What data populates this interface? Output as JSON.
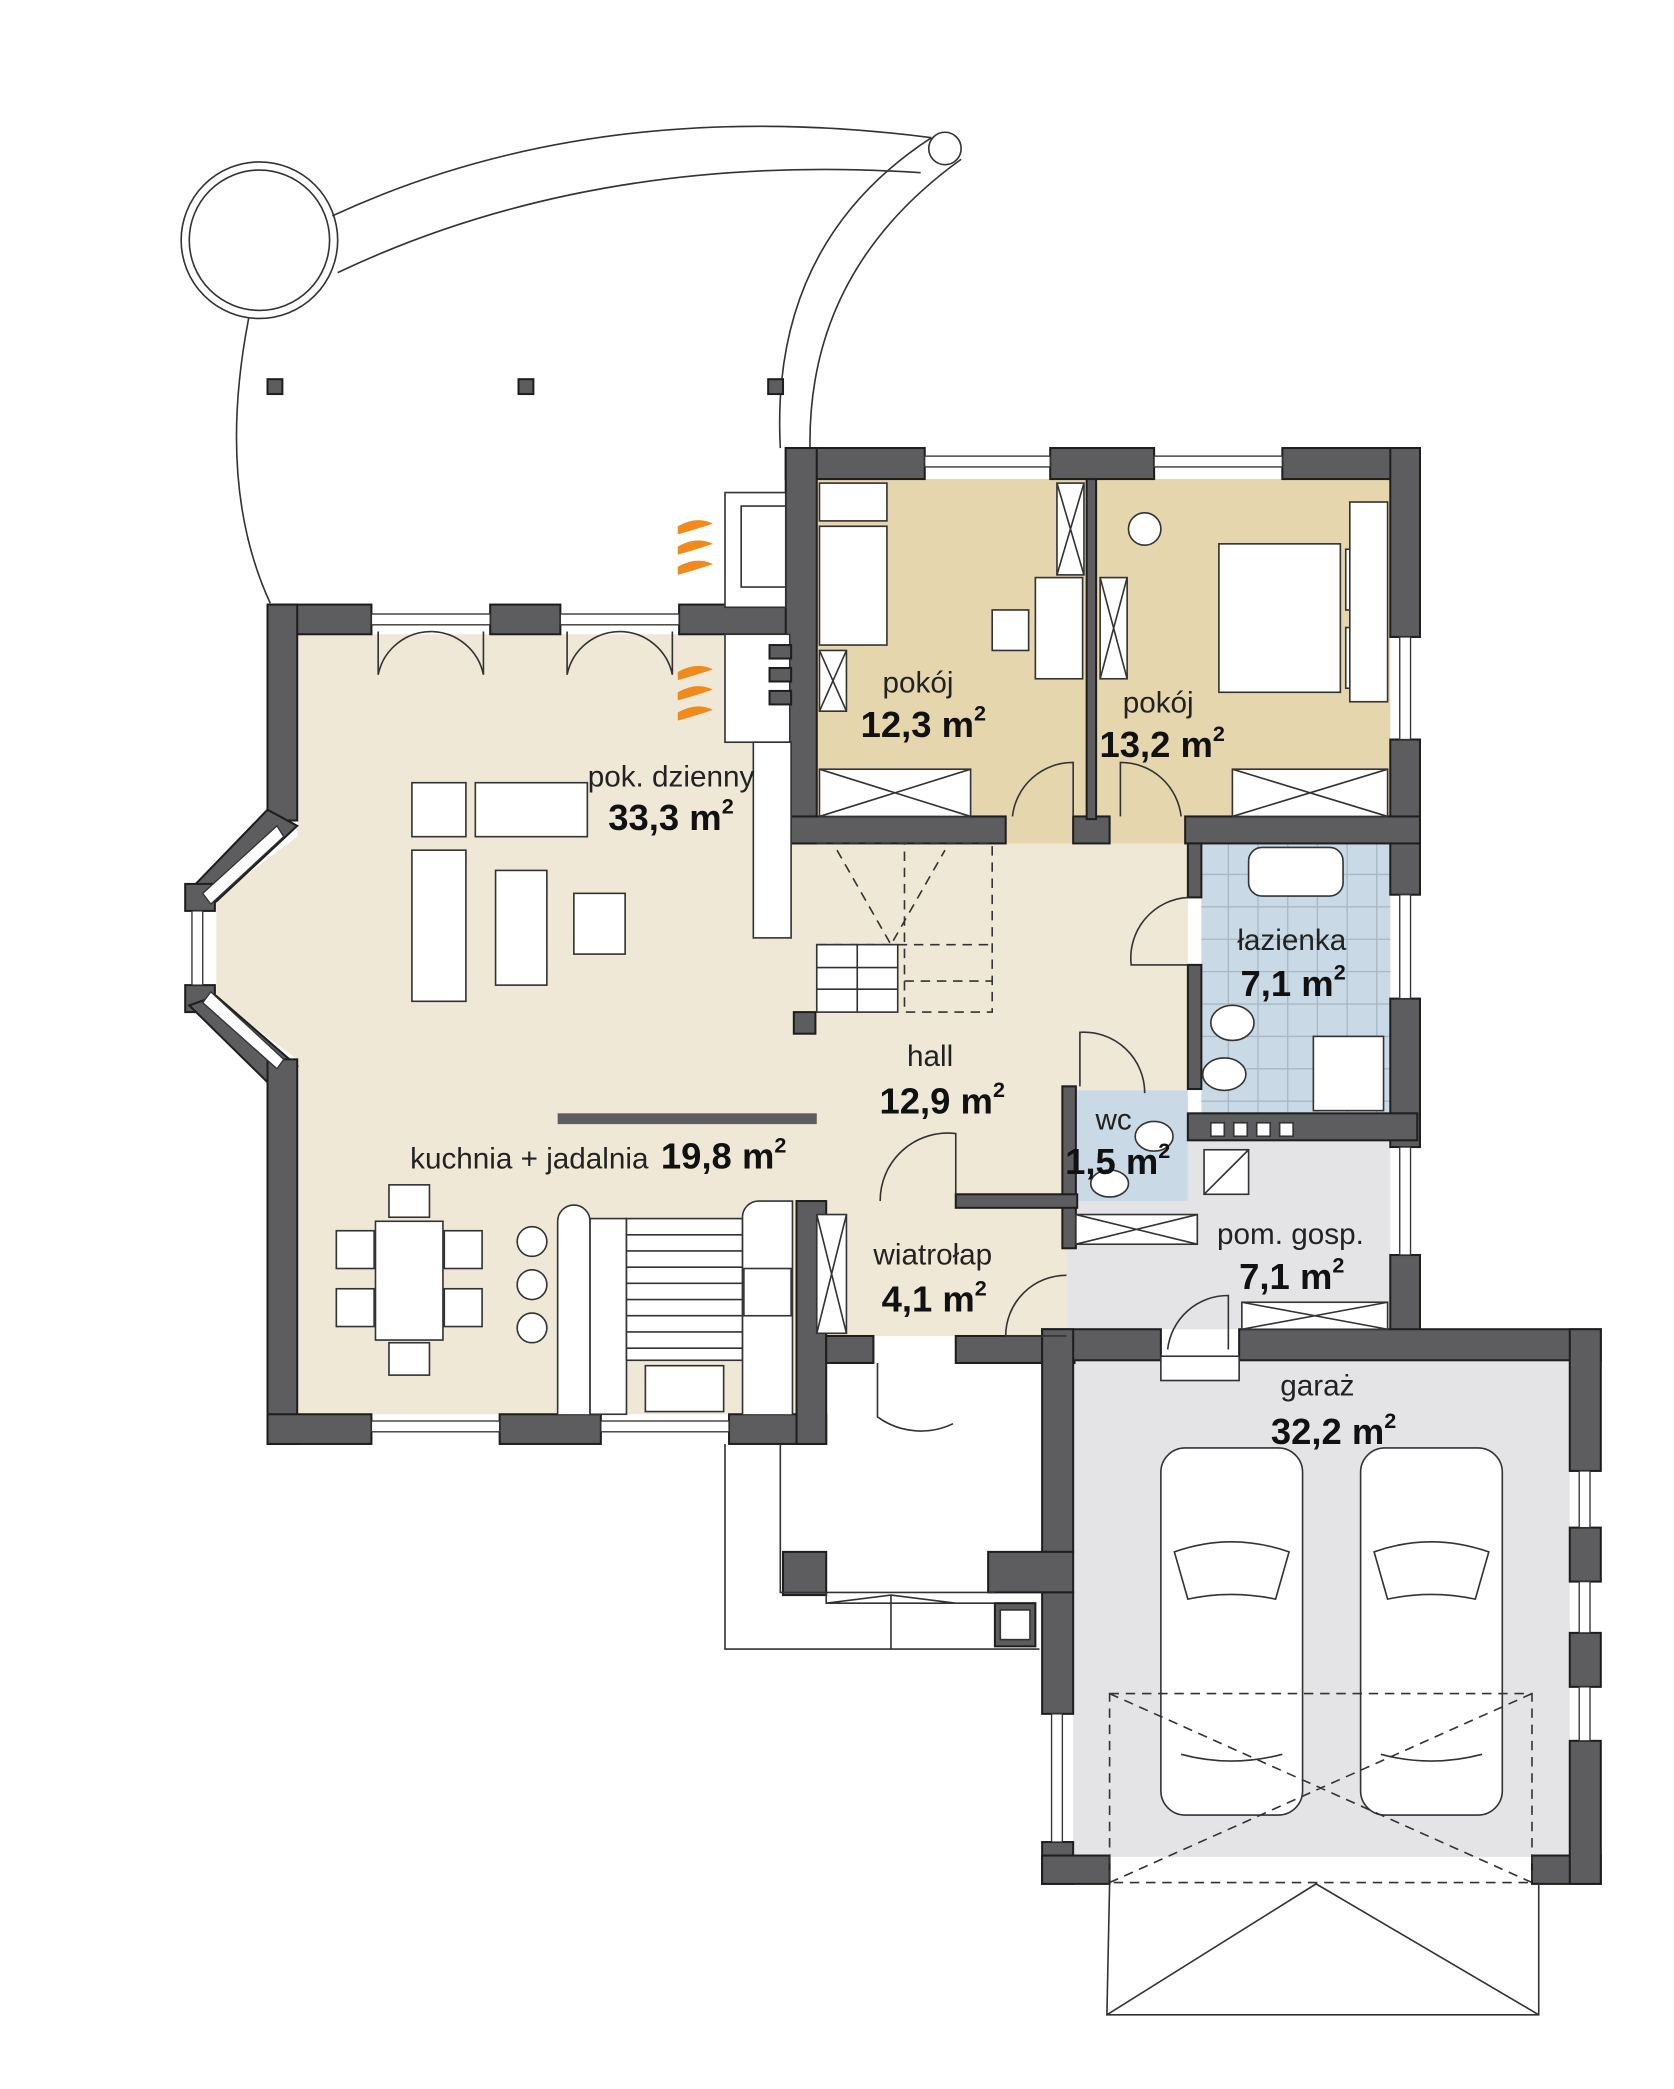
{
  "unit": "m",
  "unit_exponent": "2",
  "colors": {
    "wall": "#5d5d60",
    "living_floor": "#f0e8d6",
    "bedroom_floor": "#e6d6ad",
    "bathroom_floor": "#c9d9e5",
    "utility_floor": "#e4e4e6",
    "fireplace_flame": "#f08a1c"
  },
  "rooms": [
    {
      "name": "pok. dzienny",
      "area": "33,3"
    },
    {
      "name": "pokój",
      "area": "12,3"
    },
    {
      "name": "pokój",
      "area": "13,2"
    },
    {
      "name": "łazienka",
      "area": "7,1"
    },
    {
      "name": "hall",
      "area": "12,9"
    },
    {
      "name": "wc",
      "area": "1,5"
    },
    {
      "name": "kuchnia + jadalnia",
      "area": "19,8"
    },
    {
      "name": "wiatrołap",
      "area": "4,1"
    },
    {
      "name": "pom. gosp.",
      "area": "7,1"
    },
    {
      "name": "garaż",
      "area": "32,2"
    }
  ]
}
